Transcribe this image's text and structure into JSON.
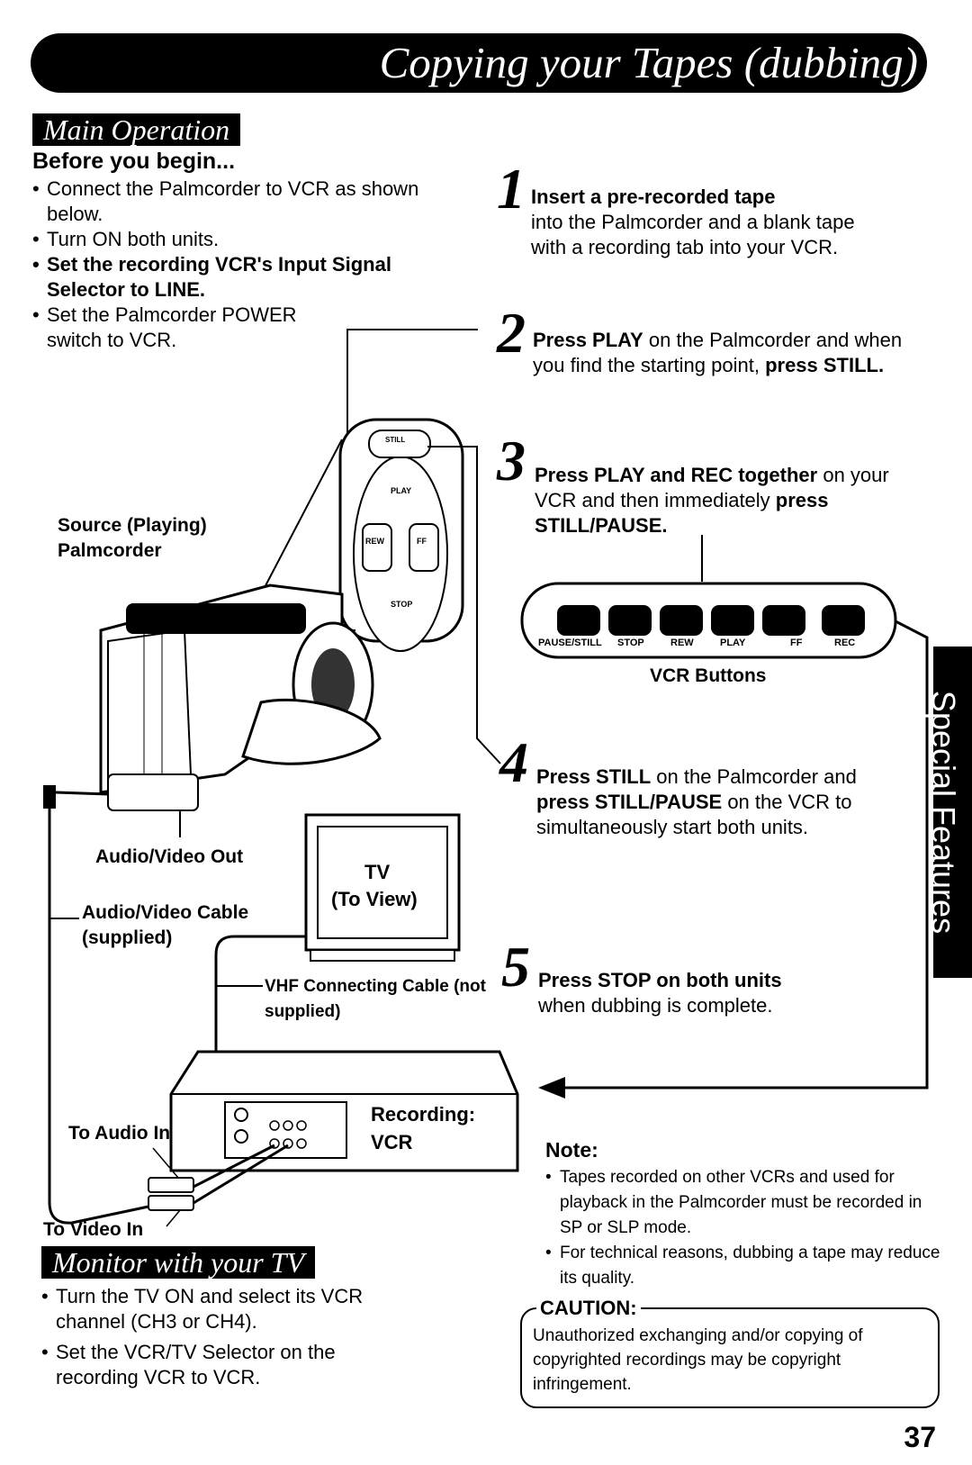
{
  "title": "Copying your Tapes (dubbing)",
  "main_operation": {
    "heading": "Main Operation",
    "before_heading": "Before you begin...",
    "bullets": [
      "Connect the Palmcorder to VCR as shown below.",
      "Turn ON both units.",
      "Set the recording VCR's Input Signal Selector to LINE.",
      "Set the Palmcorder POWER switch to VCR."
    ]
  },
  "steps": [
    {
      "num": "1",
      "lead": "Insert a pre-recorded tape",
      "rest": "into the Palmcorder and a blank tape with a recording tab into your VCR."
    },
    {
      "num": "2",
      "p1": "Press PLAY",
      "p2": " on the Palmcorder and when you find the starting point, ",
      "p3": "press STILL."
    },
    {
      "num": "3",
      "p1": "Press PLAY and REC together",
      "p2": " on your VCR and then immediately ",
      "p3": "press STILL/PAUSE."
    },
    {
      "num": "4",
      "p1": "Press STILL",
      "p2": " on the Palmcorder and ",
      "p3": "press STILL/PAUSE",
      "p4": " on the VCR to simultaneously start both units."
    },
    {
      "num": "5",
      "lead": "Press STOP on both units",
      "rest": "when dubbing is complete."
    }
  ],
  "remote": {
    "still": "STILL",
    "play": "PLAY",
    "rew": "REW",
    "ff": "FF",
    "stop": "STOP"
  },
  "vcr_buttons": {
    "caption": "VCR Buttons",
    "labels": [
      "PAUSE/STILL",
      "STOP",
      "REW",
      "PLAY",
      "FF",
      "REC"
    ]
  },
  "diagram": {
    "source": "Source (Playing) Palmcorder",
    "av_out": "Audio/Video Out",
    "av_cable": "Audio/Video Cable (supplied)",
    "tv": "TV",
    "tv_sub": "(To View)",
    "vhf_cable": "VHF Connecting Cable (not supplied)",
    "recording_vcr": "Recording: VCR",
    "audio_in": "To Audio In",
    "video_in": "To Video In"
  },
  "monitor": {
    "heading": "Monitor with your TV",
    "bullets": [
      "Turn the TV ON and select its VCR channel (CH3 or CH4).",
      "Set the VCR/TV Selector on the recording VCR to VCR."
    ]
  },
  "note": {
    "heading": "Note:",
    "bullets": [
      "Tapes recorded on other VCRs and used for playback in the Palmcorder must be recorded in SP or SLP mode.",
      "For technical reasons, dubbing a tape may reduce its quality."
    ]
  },
  "caution": {
    "heading": "CAUTION:",
    "text": "Unauthorized exchanging and/or copying of copyrighted recordings may be copyright infringement."
  },
  "sidebar": "Special Features",
  "page_number": "37"
}
